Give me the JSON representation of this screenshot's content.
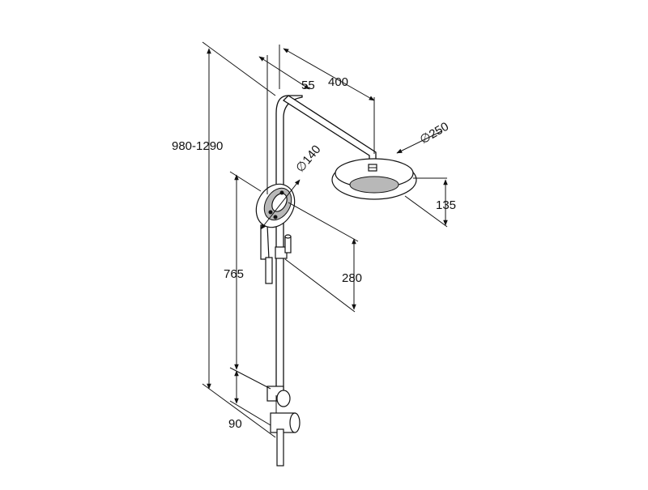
{
  "dimensions": {
    "total_height": "980-1290",
    "arm_offset": "55",
    "arm_length": "400",
    "overhead_diameter": "∅250",
    "hand_diameter": "∅140",
    "overhead_height": "135",
    "slide_range": "280",
    "slider_height": "765",
    "base_height": "90"
  }
}
